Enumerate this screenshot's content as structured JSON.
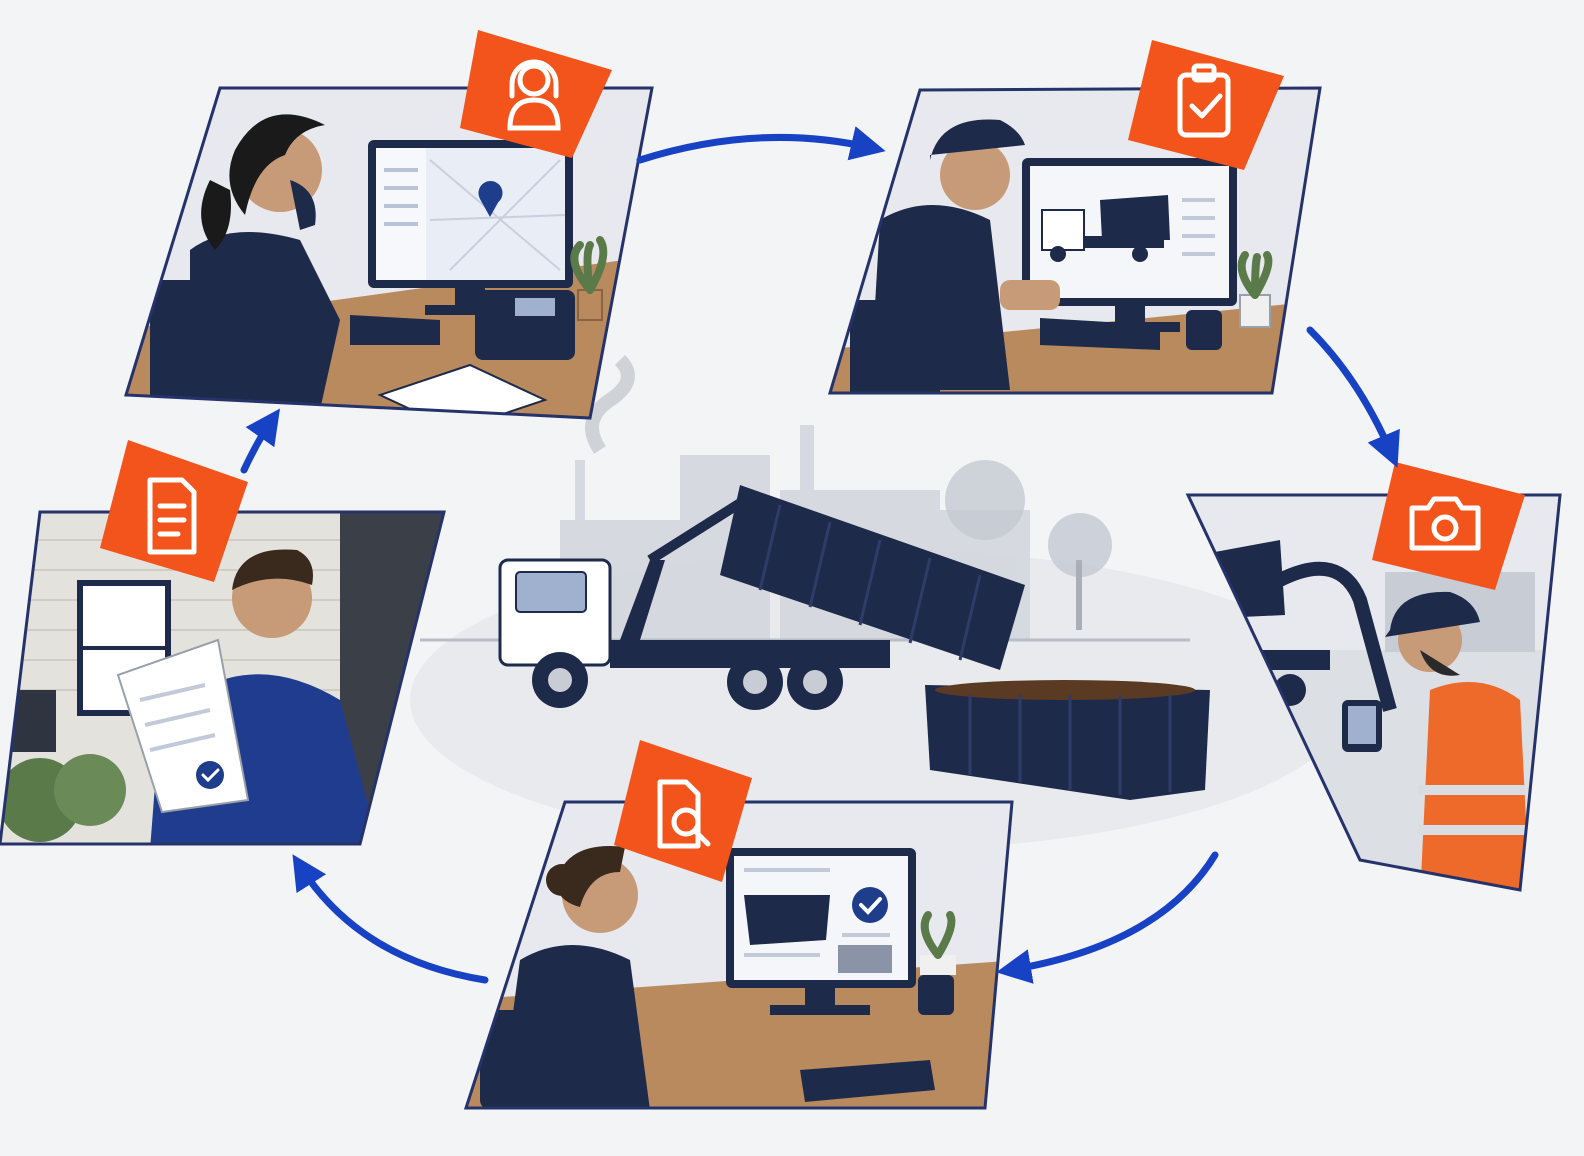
{
  "colors": {
    "background": "#f3f4f6",
    "accent_orange": "#f2541b",
    "arrow_blue": "#1742c4",
    "navy": "#1e2a4a",
    "panel_frame": "#25336a",
    "desk_wood": "#b98a5e",
    "screen_bg": "#e9edf5",
    "vest_orange": "#ee6a2a",
    "plant_green": "#5b7a4a",
    "map_pin": "#1e3e8c"
  },
  "diagram": {
    "steps": [
      {
        "id": "order-intake",
        "icon": "headset-icon"
      },
      {
        "id": "dispatch-planning",
        "icon": "clipboard-check-icon"
      },
      {
        "id": "field-delivery",
        "icon": "camera-icon"
      },
      {
        "id": "quality-review",
        "icon": "document-search-icon"
      },
      {
        "id": "customer-confirmation",
        "icon": "document-icon"
      }
    ],
    "center": {
      "icon": "roll-off-truck"
    },
    "flow": [
      "order-intake",
      "dispatch-planning",
      "field-delivery",
      "quality-review",
      "customer-confirmation",
      "order-intake"
    ]
  }
}
